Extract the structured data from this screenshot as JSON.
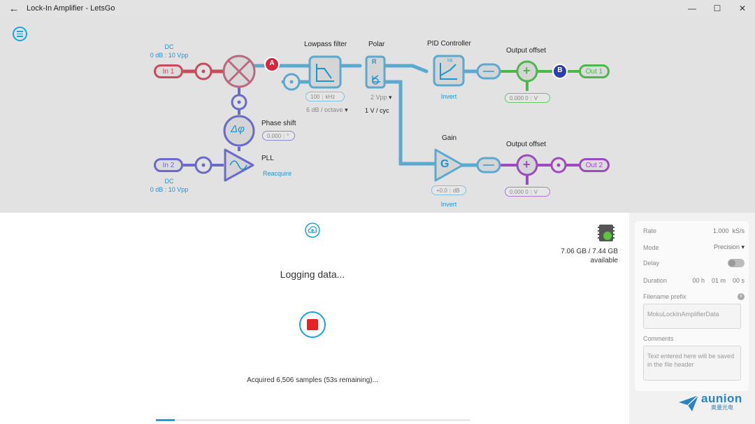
{
  "window": {
    "title": "Lock-In Amplifier - LetsGo"
  },
  "diagram": {
    "in1": {
      "label": "In 1",
      "coupling": "DC",
      "range": "0 dB : 10 Vpp"
    },
    "in2": {
      "label": "In 2",
      "coupling": "DC",
      "range": "0 dB : 10 Vpp"
    },
    "mixer_tag": "A",
    "lowpass": {
      "title": "Lowpass filter",
      "value": "100",
      "unit": "kHz",
      "slope": "6 dB / octave"
    },
    "polar": {
      "title": "Polar",
      "r_label": "R",
      "theta_label": "Θ",
      "range": "2 Vpp",
      "scale": "1 V / cyc"
    },
    "phase_shift": {
      "title": "Phase shift",
      "value": "0.000",
      "unit": "°",
      "symbol": "Δφ"
    },
    "pll": {
      "title": "PLL",
      "action": "Reacquire"
    },
    "pid": {
      "title": "PID Controller",
      "badge": "I/Δ",
      "invert": "Invert"
    },
    "gain": {
      "title": "Gain",
      "symbol": "G",
      "value": "+0.0",
      "unit": "dB",
      "invert": "Invert"
    },
    "output_offset_1": {
      "title": "Output offset",
      "value": "0.000 0",
      "unit": "V"
    },
    "output_offset_2": {
      "title": "Output offset",
      "value": "0.000 0",
      "unit": "V"
    },
    "monitor_tag": "B",
    "out1": {
      "label": "Out 1"
    },
    "out2": {
      "label": "Out 2"
    }
  },
  "logging": {
    "status": "Logging data...",
    "acquired": "Acquired 6,506 samples (53s remaining)...",
    "storage": "7.06 GB / 7.44 GB",
    "storage_sub": "available",
    "progress_fraction": 0.06
  },
  "settings": {
    "rate_label": "Rate",
    "rate_value": "1.000",
    "rate_unit": "kS/s",
    "mode_label": "Mode",
    "mode_value": "Precision",
    "delay_label": "Delay",
    "delay_on": false,
    "duration_label": "Duration",
    "duration_h": "00 h",
    "duration_m": "01 m",
    "duration_s": "00 s",
    "filename_label": "Filename prefix",
    "filename_value": "MokuLockInAmplifierData",
    "comments_label": "Comments",
    "comments_placeholder": "Text entered here will be saved in the file header"
  },
  "watermark": {
    "brand": "aunion",
    "sub": "奥量光电"
  },
  "colors": {
    "accent": "#1aa4dc",
    "in1": "#c84b5b",
    "in2": "#6a6acb",
    "out1": "#4cb84c",
    "out2": "#9b4bbf",
    "path": "#5aa9cf",
    "stop": "#e62222"
  }
}
